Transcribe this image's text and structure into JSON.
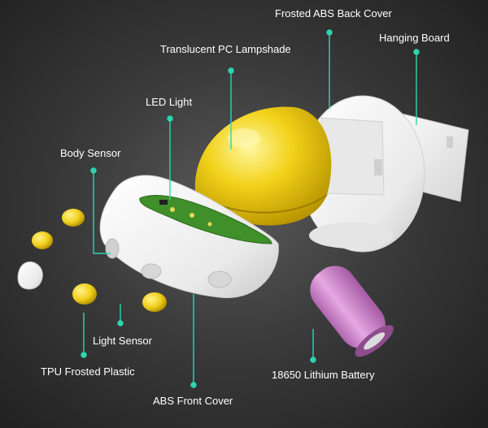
{
  "labels": {
    "back_cover": "Frosted ABS Back Cover",
    "hanging_board": "Hanging Board",
    "lampshade": "Translucent PC Lampshade",
    "led_light": "LED Light",
    "body_sensor": "Body Sensor",
    "light_sensor": "Light Sensor",
    "tpu_plastic": "TPU Frosted Plastic",
    "battery": "18650 Lithium Battery",
    "front_cover": "ABS Front Cover"
  },
  "colors": {
    "leader": "#2bd6b0",
    "lampshade_yellow": "#f2d21a",
    "battery_pink": "#d98fd6",
    "pcb_green": "#3f8f2a",
    "shell_white": "#f4f4f4"
  }
}
